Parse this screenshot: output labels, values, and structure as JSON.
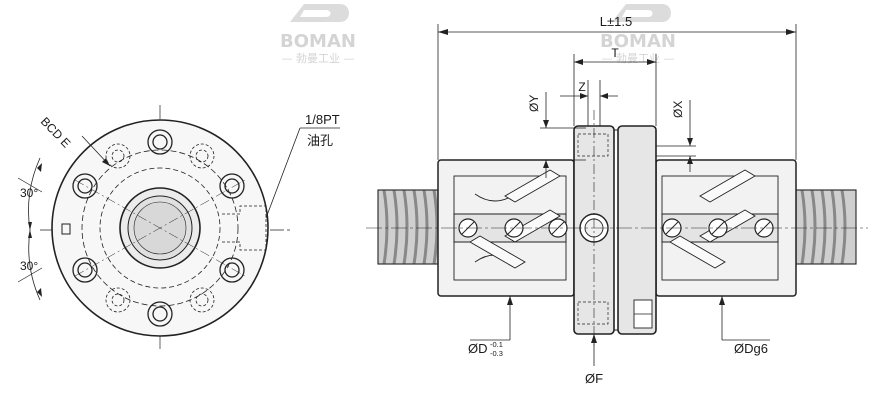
{
  "watermark": {
    "brand": "BOMAN",
    "subtitle": "— 勃曼工业 —"
  },
  "left_view": {
    "bcd_label": "BCD E",
    "angle_top": "30°",
    "angle_bottom": "30°",
    "oil_hole_thread": "1/8PT",
    "oil_hole_name": "油孔"
  },
  "right_view": {
    "length_label": "L±1.5",
    "t_label": "T",
    "z_label": "Z",
    "y_label": "ØY",
    "x_label": "ØX",
    "d_label": "ØD",
    "d_tol_upper": "-0.1",
    "d_tol_lower": "-0.3",
    "f_label": "ØF",
    "dg_label": "ØDg6"
  },
  "colors": {
    "line": "#222222",
    "body_fill": "#f2f2f2",
    "flange_fill": "#e6e6e6",
    "thread_fill": "#c9c9c9",
    "watermark": "#d4d4d4"
  }
}
